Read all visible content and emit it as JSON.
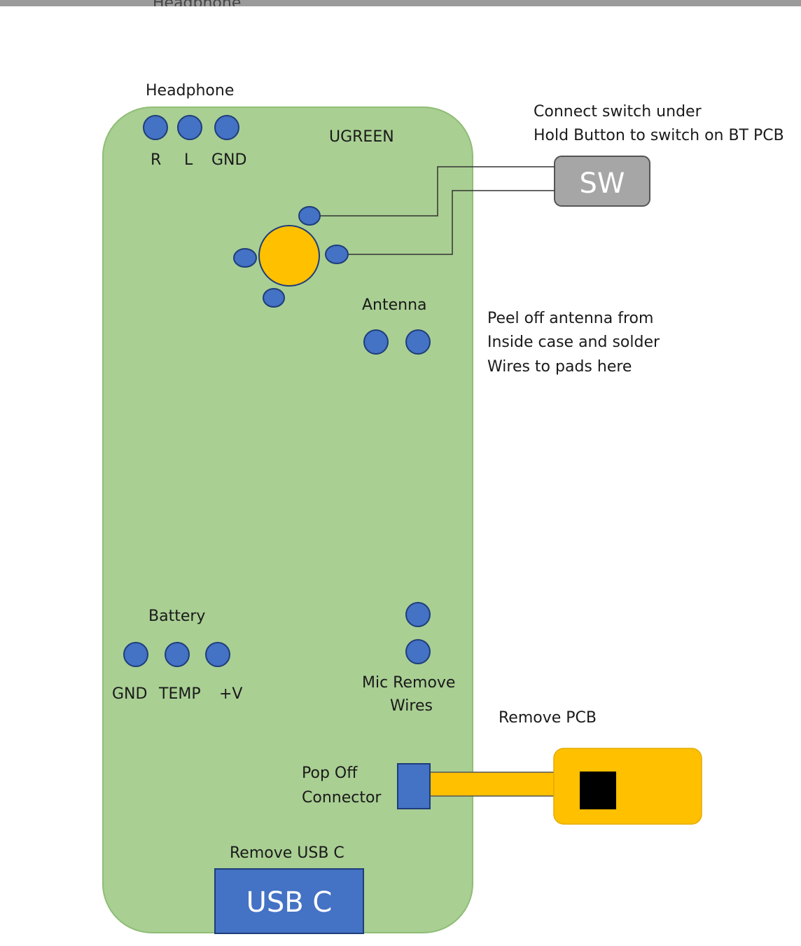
{
  "topbar_text": "Headphone",
  "board": {
    "brand": "UGREEN",
    "headphone": {
      "title": "Headphone",
      "pins": [
        "R",
        "L",
        "GND"
      ]
    },
    "antenna": {
      "title": "Antenna"
    },
    "battery": {
      "title": "Battery",
      "pins": [
        "GND",
        "TEMP",
        "+V"
      ]
    },
    "mic": {
      "line1": "Mic Remove",
      "line2": "Wires"
    },
    "connector": {
      "line1": "Pop Off",
      "line2": "Connector"
    },
    "usb": {
      "title": "Remove USB C",
      "label": "USB C"
    }
  },
  "switch": {
    "note_line1": "Connect switch under",
    "note_line2": "Hold Button to switch on BT PCB",
    "label": "SW"
  },
  "antenna_note": [
    "Peel off antenna from",
    "Inside case and solder",
    "Wires to pads here"
  ],
  "remove_pcb": "Remove PCB",
  "colors": {
    "board": "#a9cf93",
    "board_border": "#8fbd76",
    "pad": "#4472c4",
    "pad_border": "#1f3d7a",
    "button": "#ffc000",
    "switch": "#a6a6a6",
    "usb": "#4472c4",
    "pcb": "#ffc000"
  }
}
